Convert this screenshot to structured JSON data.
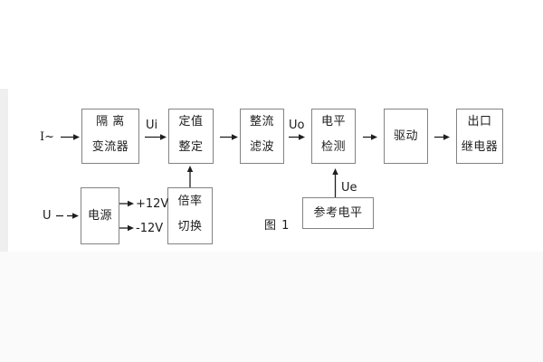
{
  "figure": {
    "caption": "图 1",
    "signal_labels": {
      "input_current": "I~",
      "input_voltage": "U",
      "ui": "Ui",
      "uo": "Uo",
      "ue": "Ue",
      "plus_12v": "+12V",
      "minus_12v": "-12V"
    },
    "blocks": [
      {
        "id": "isolation-transformer",
        "line1": "隔 离",
        "line2": "变流器"
      },
      {
        "id": "setpoint-adjust",
        "line1": "定值",
        "line2": "整定"
      },
      {
        "id": "rectifier-filter",
        "line1": "整流",
        "line2": "滤波"
      },
      {
        "id": "level-detector",
        "line1": "电平",
        "line2": "检测"
      },
      {
        "id": "driver",
        "line1": "驱动"
      },
      {
        "id": "output-relay",
        "line1": "出口",
        "line2": "继电器"
      },
      {
        "id": "power-supply",
        "line1": "电源"
      },
      {
        "id": "ratio-switch",
        "line1": "倍率",
        "line2": "切换"
      },
      {
        "id": "reference-level",
        "line1": "参考电平"
      }
    ],
    "connections": [
      {
        "from": "I~",
        "to": "隔离变流器",
        "label": ""
      },
      {
        "from": "隔离变流器",
        "to": "定值整定",
        "label": "Ui"
      },
      {
        "from": "定值整定",
        "to": "整流滤波",
        "label": ""
      },
      {
        "from": "整流滤波",
        "to": "电平检测",
        "label": "Uo"
      },
      {
        "from": "电平检测",
        "to": "驱动",
        "label": ""
      },
      {
        "from": "驱动",
        "to": "出口继电器",
        "label": ""
      },
      {
        "from": "U",
        "to": "电源",
        "label": ""
      },
      {
        "from": "电源",
        "to": "+12V",
        "label": ""
      },
      {
        "from": "电源",
        "to": "-12V",
        "label": ""
      },
      {
        "from": "倍率切换",
        "to": "定值整定",
        "label": ""
      },
      {
        "from": "参考电平",
        "to": "电平检测",
        "label": "Ue"
      }
    ],
    "colors": {
      "background": "#ffffff",
      "block_border": "#838383",
      "line": "#1f1f1f",
      "text": "#1c1c1c"
    }
  }
}
